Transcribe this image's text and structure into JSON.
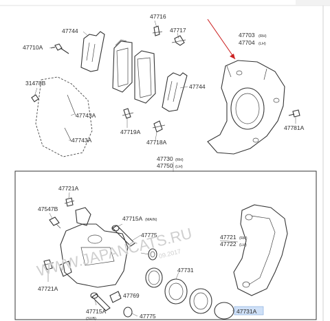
{
  "labels": {
    "p47716": "47716",
    "p47744_top": "47744",
    "p47717": "47717",
    "p47703": "47703",
    "p47703_rh": "(RH)",
    "p47704": "47704",
    "p47704_lh": "(LH)",
    "p47710A": "47710A",
    "p31478B": "31478B",
    "p47744_mid": "47744",
    "p47743A_1": "47743A",
    "p47743A_2": "47743A",
    "p47719A": "47719A",
    "p47718A": "47718A",
    "p47781A": "47781A",
    "p47730": "47730",
    "p47730_rh": "(RH)",
    "p47750": "47750",
    "p47750_lh": "(LH)",
    "p47721A_top": "47721A",
    "p47547B": "47547B",
    "p47715A_main": "47715A",
    "p47715A_main_tag": "(MAIN)",
    "p47775_top": "47775",
    "p47721": "47721",
    "p47721_rh": "(RH)",
    "p47722": "47722",
    "p47722_lh": "(LH)",
    "p47731": "47731",
    "p47721A_bot": "47721A",
    "p47769": "47769",
    "p47715A_sub": "47715A",
    "p47715A_sub_tag": "(SUB)",
    "p47775_bot": "47775",
    "p47731A": "47731A"
  },
  "watermark": {
    "site": "WWW.JAPANCATS.RU",
    "date": "09.2017"
  },
  "colors": {
    "line": "#333333",
    "arrow": "#cc2222",
    "highlight": "#cfe0f7",
    "watermark": "#cfcfcf",
    "frame": "#bdbdbd"
  }
}
